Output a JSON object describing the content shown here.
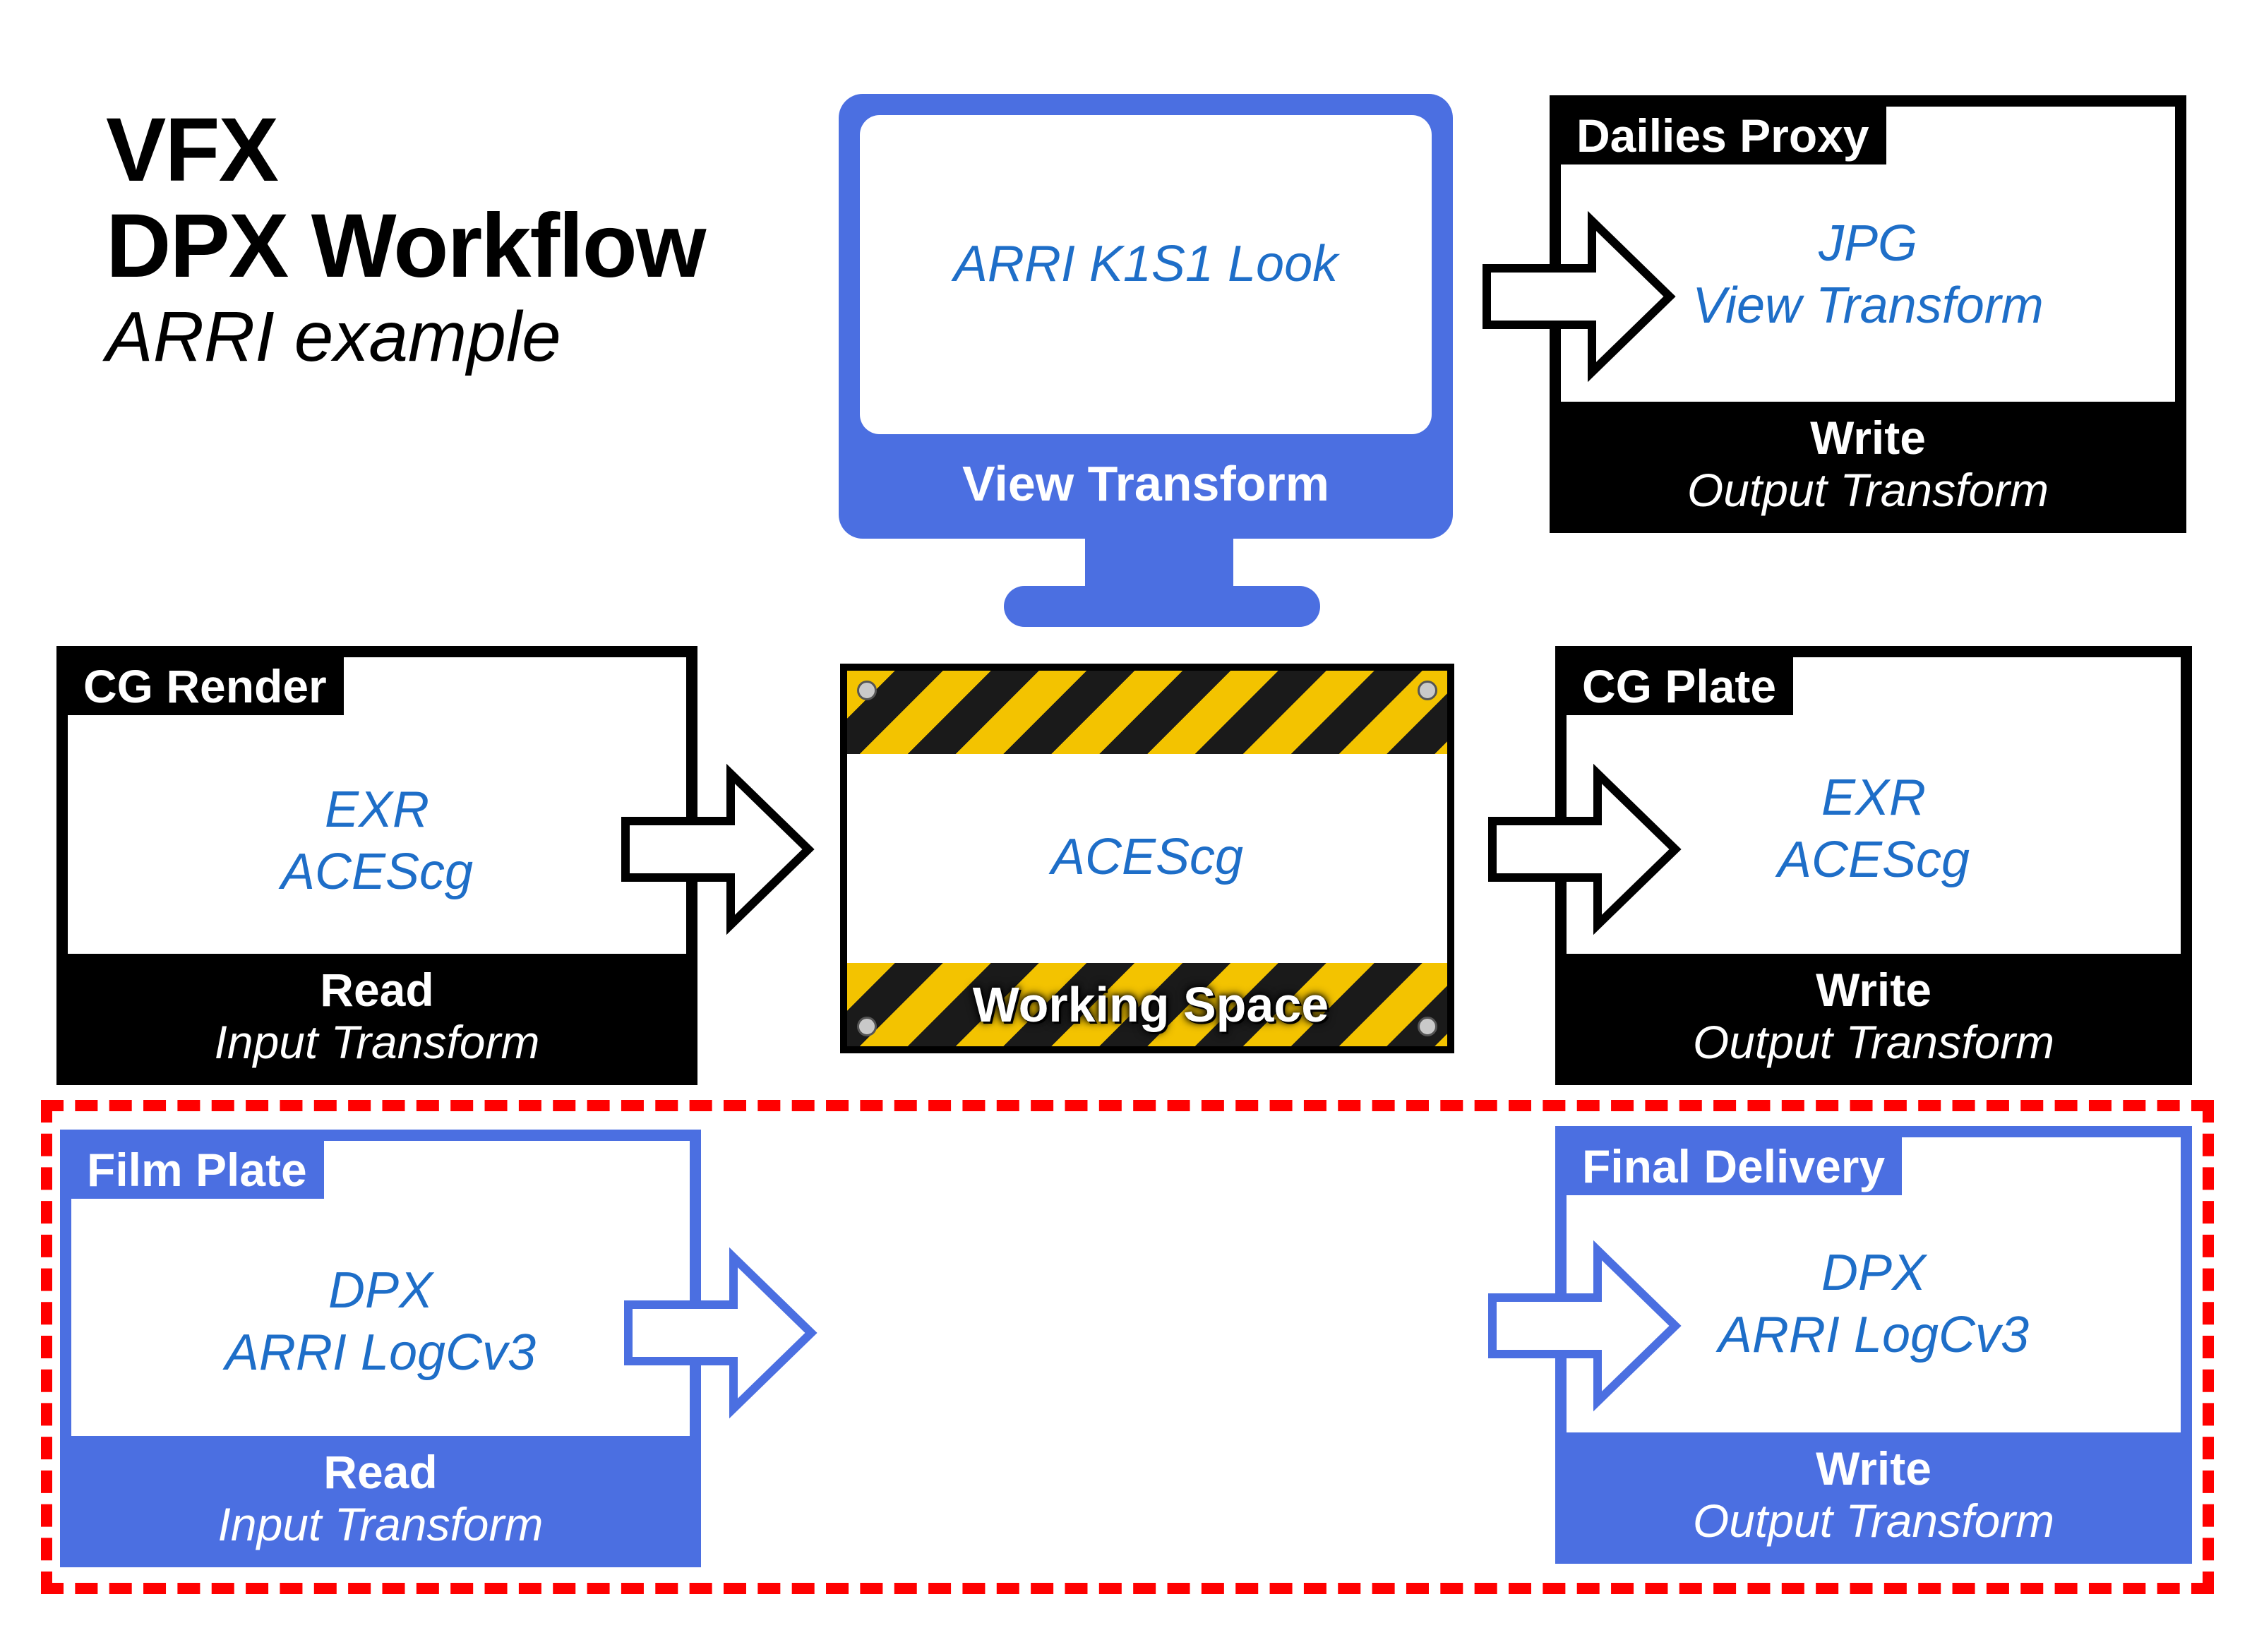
{
  "title": {
    "line1": "VFX",
    "line2": "DPX Workflow",
    "subtitle": "ARRI example"
  },
  "view_transform": {
    "look": "ARRI K1S1 Look",
    "label": "View Transform"
  },
  "working_space": {
    "value": "ACEScg",
    "label": "Working Space"
  },
  "nodes": {
    "dailies_proxy": {
      "tab": "Dailies Proxy",
      "line1": "JPG",
      "line2": "View Transform",
      "footer_title": "Write",
      "footer_sub": "Output Transform"
    },
    "cg_render": {
      "tab": "CG Render",
      "line1": "EXR",
      "line2": "ACEScg",
      "footer_title": "Read",
      "footer_sub": "Input Transform"
    },
    "cg_plate": {
      "tab": "CG Plate",
      "line1": "EXR",
      "line2": "ACEScg",
      "footer_title": "Write",
      "footer_sub": "Output Transform"
    },
    "film_plate": {
      "tab": "Film Plate",
      "line1": "DPX",
      "line2": "ARRI LogCv3",
      "footer_title": "Read",
      "footer_sub": "Input Transform"
    },
    "final_delivery": {
      "tab": "Final Delivery",
      "line1": "DPX",
      "line2": "ARRI LogCv3",
      "footer_title": "Write",
      "footer_sub": "Output Transform"
    }
  },
  "colors": {
    "accent_blue": "#4b6fe1",
    "text_blue": "#1e6ec8",
    "highlight_red": "#ff0000",
    "hazard_yellow": "#f3c300"
  }
}
